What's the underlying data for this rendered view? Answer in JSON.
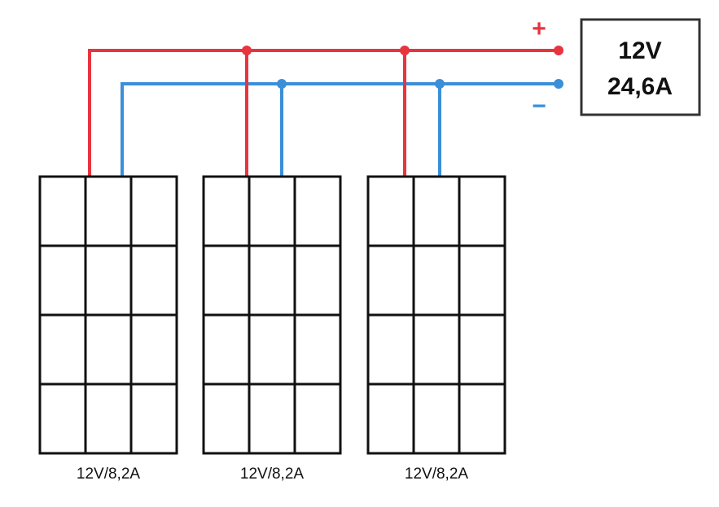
{
  "polarity": {
    "positive": "+",
    "negative": "−"
  },
  "output": {
    "voltage": "12V",
    "current": "24,6A"
  },
  "panels": [
    {
      "label": "12V/8,2A"
    },
    {
      "label": "12V/8,2A"
    },
    {
      "label": "12V/8,2A"
    }
  ],
  "grid": {
    "rows": 4,
    "cols": 3
  },
  "colors": {
    "positive_wire": "#e8343f",
    "negative_wire": "#3b8fd8",
    "outline": "#111111"
  }
}
